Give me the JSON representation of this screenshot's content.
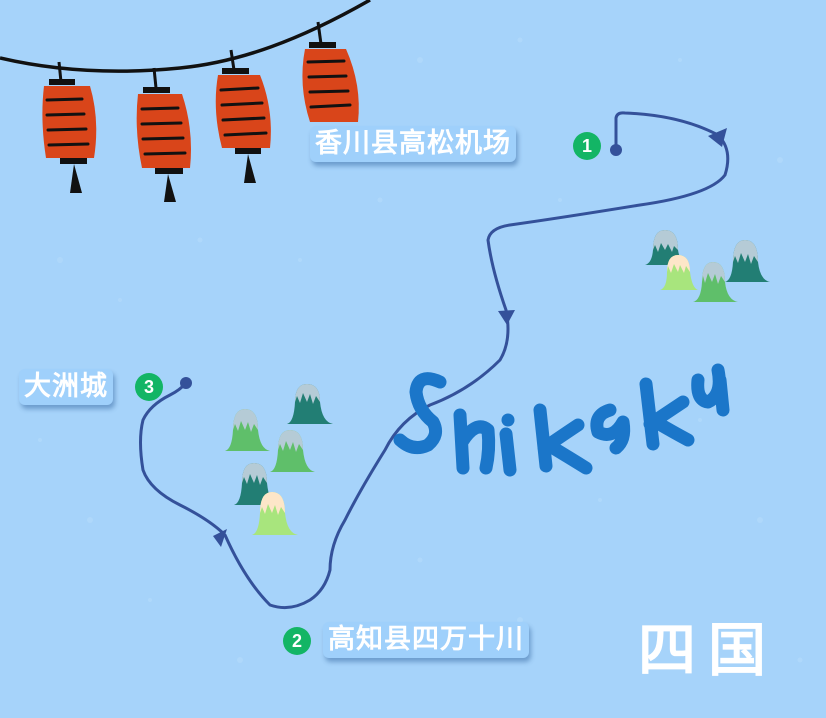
{
  "map": {
    "title_cn": [
      "四",
      "国"
    ],
    "title_en": "Shikoku",
    "background_color": "#a6d3fa",
    "route_color": "#34519a",
    "label_bg_color": "#9fd0fb",
    "badge_color": "#13b565",
    "lantern_color": "#d9451a",
    "stops": [
      {
        "number": "1",
        "name": "香川县高松机场"
      },
      {
        "number": "2",
        "name": "高知县四万十川"
      },
      {
        "number": "3",
        "name": "大洲城"
      }
    ]
  }
}
